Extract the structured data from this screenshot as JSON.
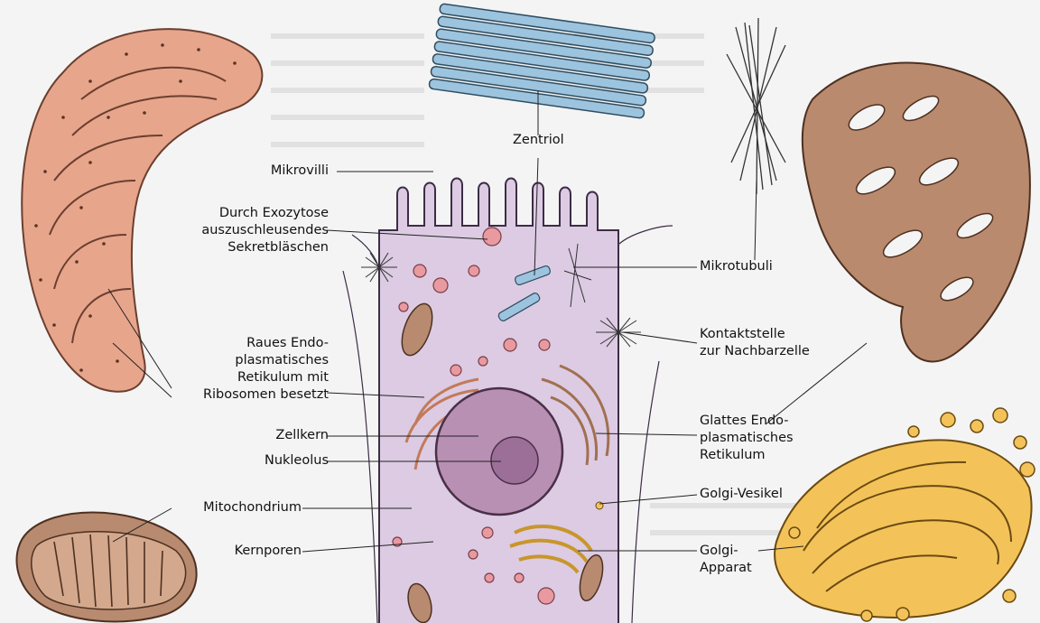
{
  "labels": {
    "zentriol": "Zentriol",
    "mikrovilli": "Mikrovilli",
    "sekret": [
      "Durch Exozytose",
      "auszuschleusendes",
      "Sekretbläschen"
    ],
    "rer": [
      "Raues Endo-",
      "plasmatisches",
      "Retikulum mit",
      "Ribosomen besetzt"
    ],
    "zellkern": "Zellkern",
    "nukleolus": "Nukleolus",
    "mitochondrium": "Mitochondrium",
    "kernporen": "Kernporen",
    "mikrotubuli": "Mikrotubuli",
    "kontakt": [
      "Kontaktstelle",
      "zur Nachbarzelle"
    ],
    "ser": [
      "Glattes Endo-",
      "plasmatisches",
      "Retikulum"
    ],
    "golgi_vesikel": "Golgi-Vesikel",
    "golgi_apparat": [
      "Golgi-",
      "Apparat"
    ]
  },
  "colors": {
    "cell": "#dccbe3",
    "nucleus": "#b890b4",
    "nucleolus": "#9c6f98",
    "rer": "#e7a58c",
    "ser": "#b98a6e",
    "golgi": "#f3c35a",
    "mito": "#b88a70",
    "centriole": "#9dc4de"
  }
}
